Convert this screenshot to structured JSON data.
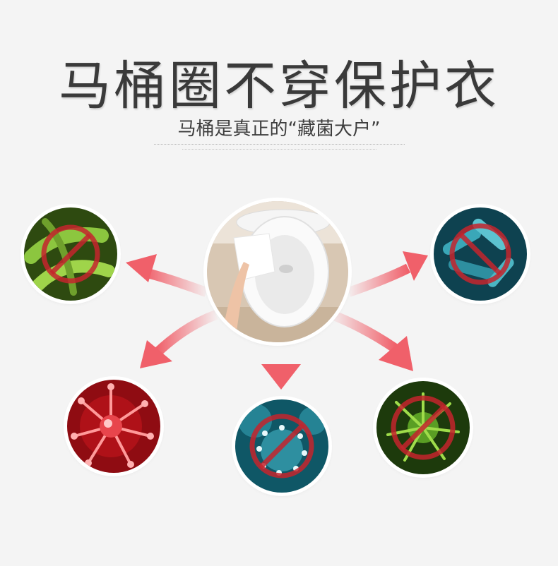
{
  "headline": "马桶圈不穿保护衣",
  "subheadline": "马桶是真正的“藏菌大户”",
  "colors": {
    "arrow": "#f0606a",
    "ban": "#c4252d",
    "green_bacteria": "#8cc63f",
    "blue_bacteria": "#3aa7b8",
    "red_virus": "#d2171f",
    "teal_virus": "#2e8fa0",
    "green_virus": "#5a9e24"
  },
  "center_image": "toilet-with-seat-cover",
  "germs": [
    {
      "name": "green-bacteria",
      "icon": "ban-icon"
    },
    {
      "name": "blue-bacteria",
      "icon": "ban-icon"
    },
    {
      "name": "red-virus",
      "icon": "none"
    },
    {
      "name": "teal-virus",
      "icon": "ban-icon"
    },
    {
      "name": "green-virus",
      "icon": "ban-icon"
    }
  ]
}
